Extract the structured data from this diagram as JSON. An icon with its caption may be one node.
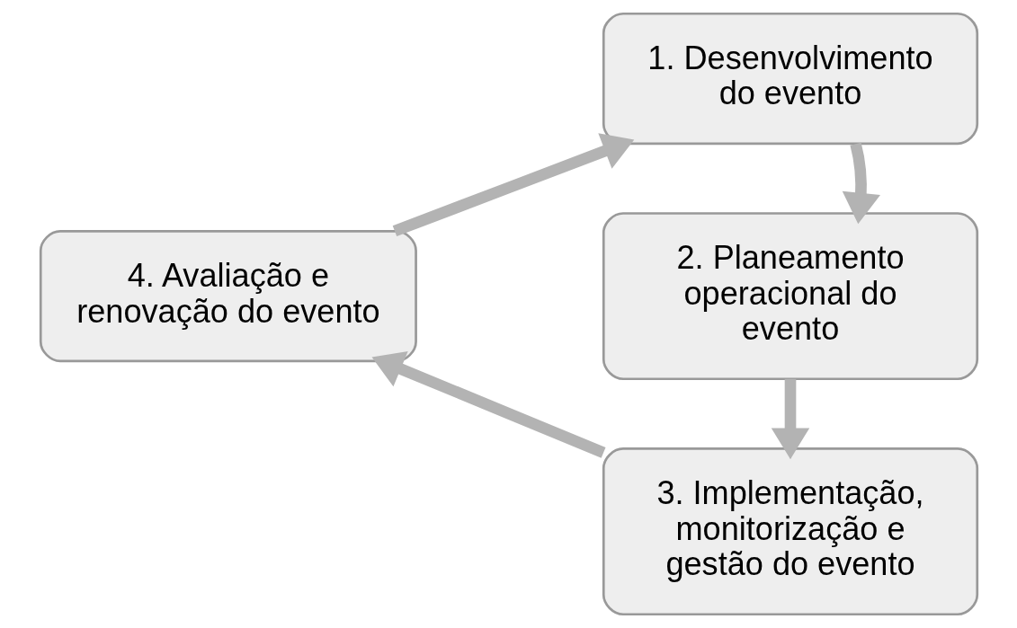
{
  "diagram": {
    "nodes": [
      {
        "text": [
          "1. Desenvolvimento do evento"
        ]
      },
      {
        "text": [
          "2. Planeamento operacional do evento"
        ]
      },
      {
        "text": [
          "3. Implementação, monitorização e gestão do evento"
        ]
      },
      {
        "text": [
          "4. Avaliação e renovação do evento"
        ]
      }
    ],
    "edges": [
      {
        "from": 0,
        "to": 1,
        "arrow": "to"
      },
      {
        "from": 1,
        "to": 2,
        "arrow": "to"
      },
      {
        "from": 2,
        "to": 3,
        "arrow": "to"
      },
      {
        "from": 3,
        "to": 0,
        "arrow": "to"
      }
    ]
  }
}
